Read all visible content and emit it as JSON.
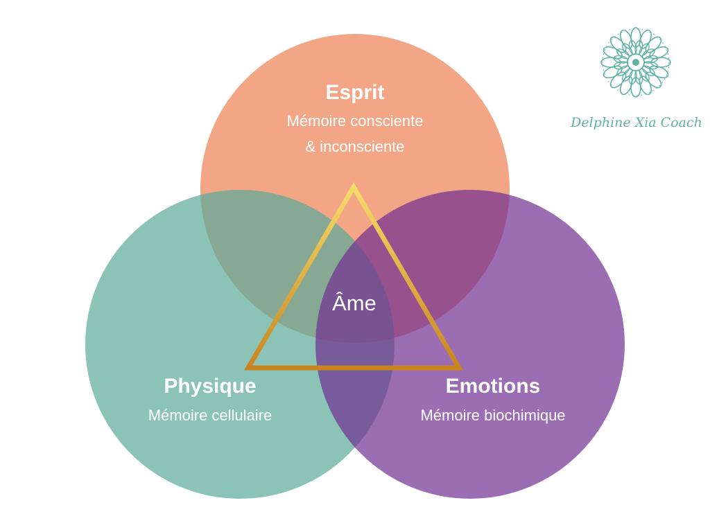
{
  "diagram": {
    "circles": [
      {
        "id": "esprit",
        "title": "Esprit",
        "lines": [
          "Mémoire consciente",
          "& inconsciente"
        ],
        "color": "#f2a685"
      },
      {
        "id": "physique",
        "title": "Physique",
        "lines": [
          "Mémoire cellulaire"
        ],
        "color": "#5aab98"
      },
      {
        "id": "emotions",
        "title": "Emotions",
        "lines": [
          "Mémoire biochimique"
        ],
        "color": "#712f91"
      }
    ],
    "center_label": "Âme",
    "triangle_colors": [
      "#f6dc6a",
      "#c9841e"
    ]
  },
  "brand": {
    "name": "Delphine Xia Coach",
    "logo_icon": "mandala-icon",
    "color": "#5fb3a2"
  }
}
